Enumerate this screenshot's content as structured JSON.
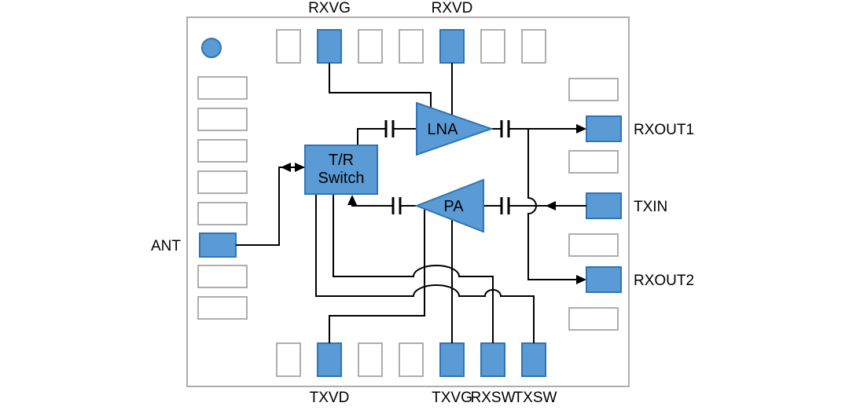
{
  "colors": {
    "pad_fill": "#5B9BD5",
    "pad_stroke": "#2E75B6",
    "outline_gray": "#A6A6A6",
    "wire": "#000000",
    "text": "#000000",
    "background": "#FFFFFF"
  },
  "labels": {
    "rxvg": "RXVG",
    "rxvd": "RXVD",
    "txvd": "TXVD",
    "txvg": "TXVG",
    "rxsw": "RXSW",
    "txsw": "TXSW",
    "ant": "ANT",
    "rxout1": "RXOUT1",
    "txin": "TXIN",
    "rxout2": "RXOUT2",
    "switch_line1": "T/R",
    "switch_line2": "Switch",
    "lna": "LNA",
    "pa": "PA"
  }
}
